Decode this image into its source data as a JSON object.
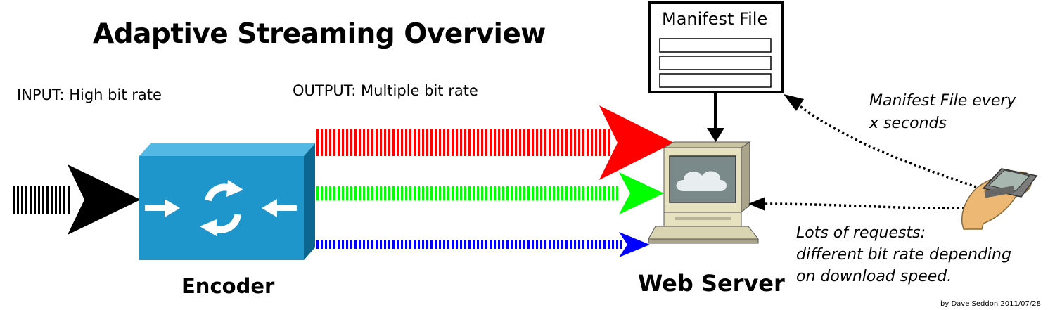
{
  "title": "Adaptive Streaming Overview",
  "input_label": "INPUT: High bit rate",
  "output_label": "OUTPUT: Multiple bit rate",
  "encoder_label": "Encoder",
  "web_server_label": "Web Server",
  "manifest": {
    "title": "Manifest File",
    "entry_count": 3
  },
  "manifest_note": [
    "Manifest File every",
    "x seconds"
  ],
  "requests_note": [
    "Lots of requests:",
    "different bit rate depending",
    "on download speed."
  ],
  "credit": "by Dave Seddon 2011/07/28",
  "streams": [
    {
      "name": "high-bitrate-stream",
      "color": "#ff0000"
    },
    {
      "name": "medium-bitrate-stream",
      "color": "#00ff00"
    },
    {
      "name": "low-bitrate-stream",
      "color": "#0000ff"
    }
  ],
  "colors": {
    "input": "#000000",
    "encoder_front": "#1e96cc",
    "encoder_top": "#54b8e4",
    "encoder_side": "#0b6690",
    "server_beige": "#e6e1bf",
    "screen": "#7a8a8a",
    "skin": "#ecb874"
  },
  "icons": [
    "encoder-icon",
    "web-server-icon",
    "manifest-file-icon",
    "handheld-device-icon"
  ]
}
